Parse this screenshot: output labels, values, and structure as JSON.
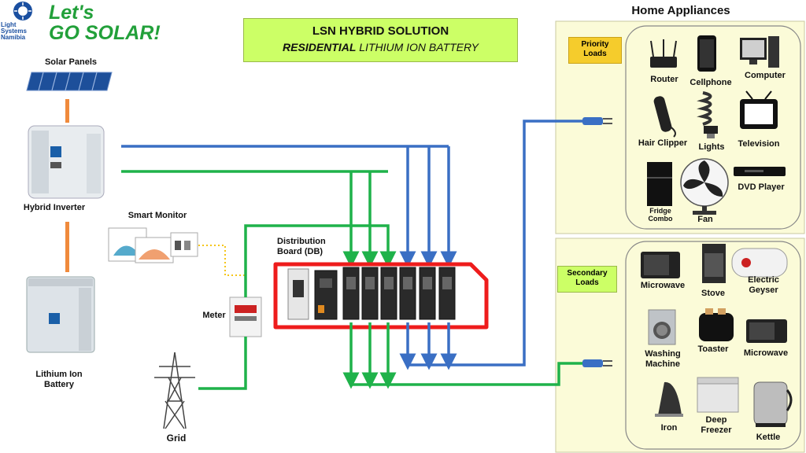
{
  "title": {
    "line1": "LSN HYBRID SOLUTION",
    "line2_bold": "RESIDENTIAL",
    "line2_rest": " LITHIUM ION BATTERY"
  },
  "logo": {
    "line1": "Let's",
    "line2": "GO SOLAR!",
    "org_lines": [
      "Light",
      "Systems",
      "Namibia"
    ]
  },
  "left_components": {
    "solar_panels": "Solar Panels",
    "hybrid_inverter": "Hybrid Inverter",
    "lithium_battery_1": "Lithium Ion",
    "lithium_battery_2": "Battery",
    "smart_monitor": "Smart Monitor",
    "meter": "Meter",
    "grid": "Grid",
    "db_1": "Distribution",
    "db_2": "Board (DB)"
  },
  "home_appliances": {
    "title": "Home Appliances",
    "priority_label_1": "Priority",
    "priority_label_2": "Loads",
    "secondary_label_1": "Secondary",
    "secondary_label_2": "Loads",
    "priority_items": {
      "router": "Router",
      "cellphone": "Cellphone",
      "computer": "Computer",
      "hair_clipper": "Hair Clipper",
      "lights": "Lights",
      "television": "Television",
      "fridge_1": "Fridge",
      "fridge_2": "Combo",
      "fan": "Fan",
      "dvd_player": "DVD Player"
    },
    "secondary_items": {
      "microwave_1": "Microwave",
      "stove": "Stove",
      "geyser_1": "Electric",
      "geyser_2": "Geyser",
      "washing_1": "Washing",
      "washing_2": "Machine",
      "toaster": "Toaster",
      "microwave_2": "Microwave",
      "iron": "Iron",
      "freezer_1": "Deep",
      "freezer_2": "Freezer",
      "kettle": "Kettle"
    }
  },
  "colors": {
    "blue_line": "#3a6fc4",
    "green_line": "#1fb24a",
    "orange_link": "#f08a3c",
    "db_border": "#ee1c1c",
    "yellow_panel": "#fbfbd8",
    "tag": "#f5cc2c"
  }
}
